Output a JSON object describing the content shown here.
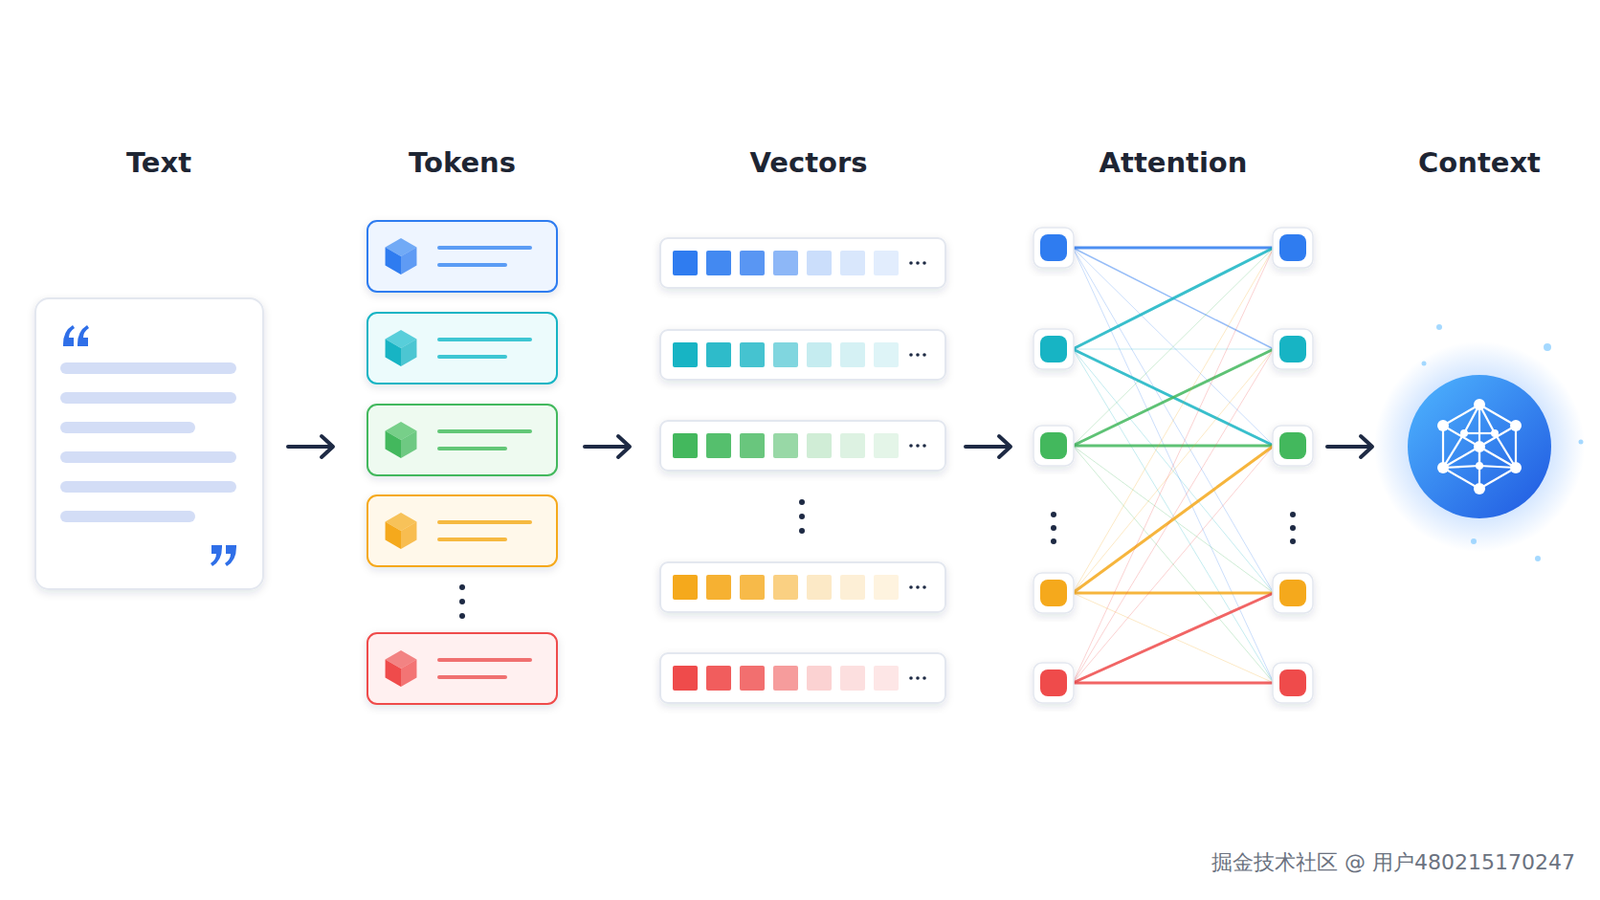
{
  "diagram": {
    "labels": [
      "Text",
      "Tokens",
      "Vectors",
      "Attention",
      "Context",
      "掘金技术社区 @ 用户480215170247"
    ]
  }
}
